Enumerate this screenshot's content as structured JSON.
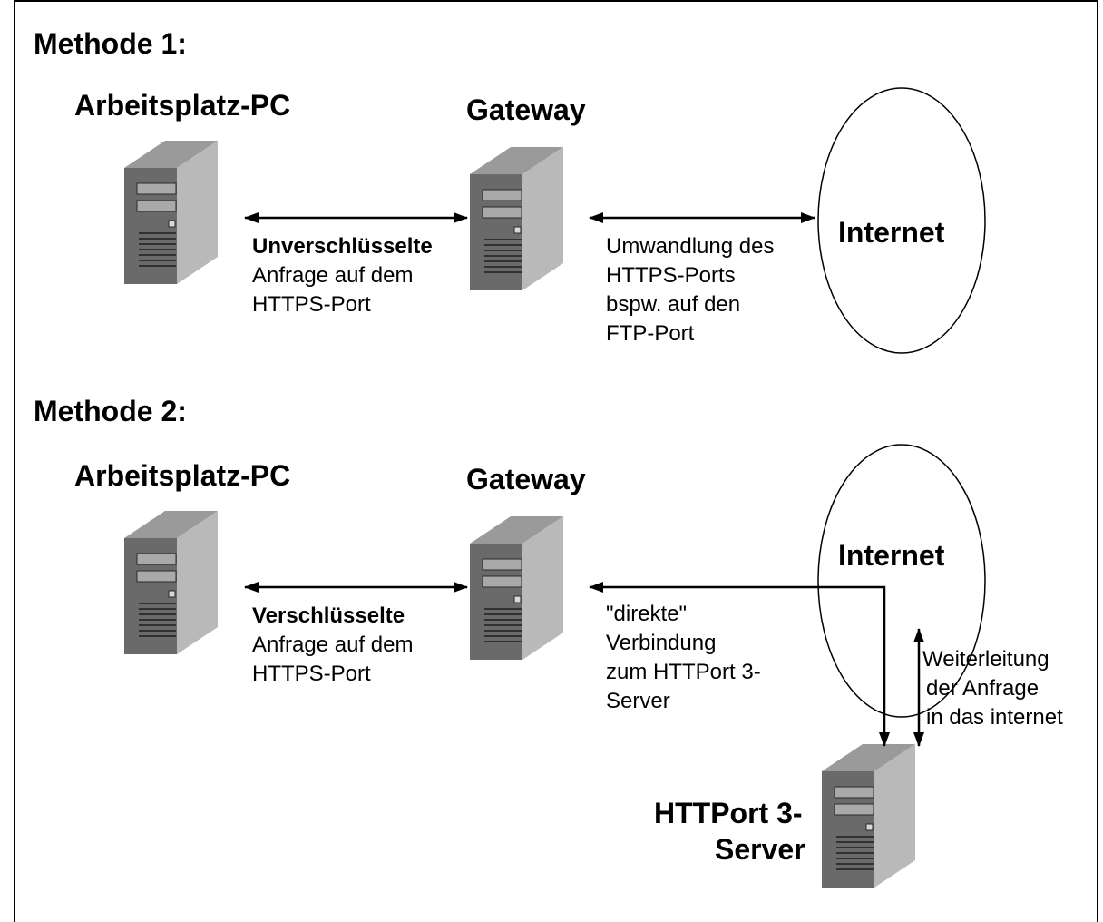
{
  "method1": {
    "heading": "Methode 1:",
    "pc_label": "Arbeitsplatz-PC",
    "gateway_label": "Gateway",
    "internet_label": "Internet",
    "request_bold": "Unverschlüsselte",
    "request_line2": "Anfrage auf dem",
    "request_line3": "HTTPS-Port",
    "conversion_lines": [
      "Umwandlung des",
      "HTTPS-Ports",
      "bspw. auf den",
      "FTP-Port"
    ]
  },
  "method2": {
    "heading": "Methode 2:",
    "pc_label": "Arbeitsplatz-PC",
    "gateway_label": "Gateway",
    "internet_label": "Internet",
    "request_bold": "Verschlüsselte",
    "request_line2": "Anfrage auf dem",
    "request_line3": "HTTPS-Port",
    "direct_lines": [
      "\"direkte\"",
      "Verbindung",
      "zum HTTPort 3-",
      "Server"
    ],
    "forward_lines": [
      "Weiterleitung",
      "der Anfrage",
      "in das internet"
    ],
    "server_label_line1": "HTTPort 3-",
    "server_label_line2": "Server"
  },
  "colors": {
    "tower_front": "#6a6a6a",
    "tower_side": "#b9b9b9",
    "tower_top": "#9a9a9a",
    "drive_bay": "#a9a9a9"
  }
}
